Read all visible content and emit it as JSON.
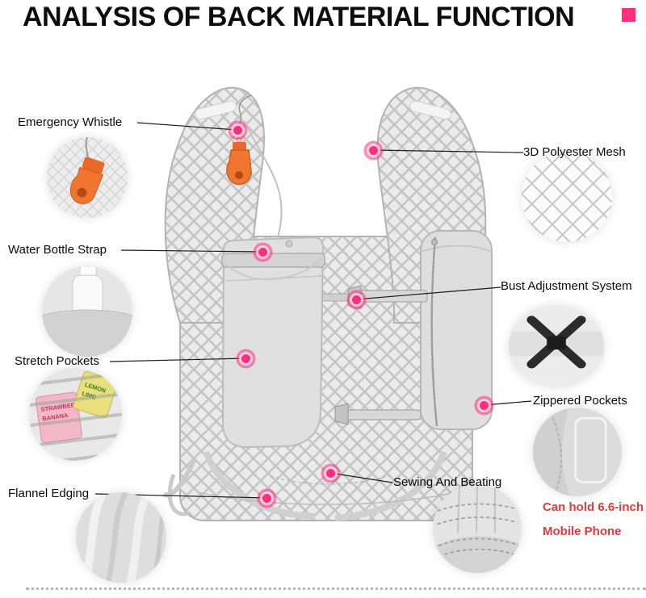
{
  "title": "ANALYSIS OF BACK MATERIAL FUNCTION",
  "accent_color": "#ff2f7e",
  "callouts": {
    "emergency_whistle": "Emergency Whistle",
    "polyester_mesh": "3D Polyester Mesh",
    "water_bottle_strap": "Water Bottle Strap",
    "bust_adjustment": "Bust Adjustment System",
    "stretch_pockets": "Stretch Pockets",
    "zippered_pockets": "Zippered Pockets",
    "flannel_edging": "Flannel Edging",
    "sewing_and_beating": "Sewing And Beating"
  },
  "note": {
    "line1": "Can hold 6.6-inch",
    "line2": "Mobile Phone",
    "color": "#e23b3b"
  },
  "snack_packets": {
    "p1_line1": "STRAWBERRY",
    "p1_line2": "BANANA",
    "p2_line1": "LEMON",
    "p2_line2": "LIME"
  }
}
